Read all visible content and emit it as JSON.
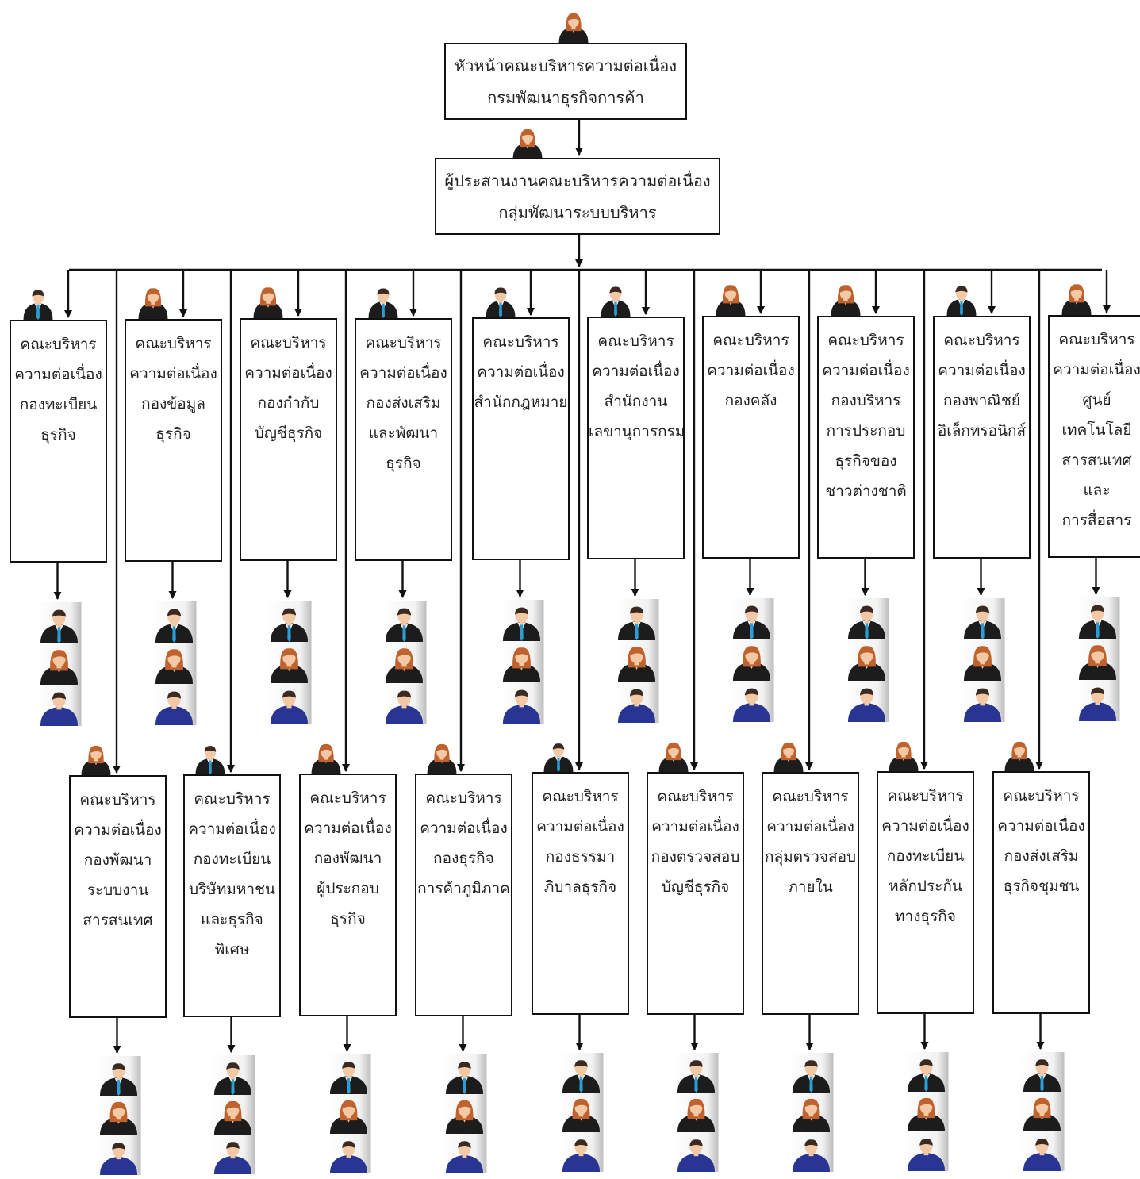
{
  "head": {
    "title_lines": [
      "หัวหน้าคณะบริหารความต่อเนื่อง",
      "กรมพัฒนาธุรกิจการค้า"
    ],
    "avatar": "female"
  },
  "coordinator": {
    "title_lines": [
      "ผู้ประสานงานคณะบริหารความต่อเนื่อง",
      "กลุ่มพัฒนาระบบบริหาร"
    ],
    "avatar": "female"
  },
  "teams_row1": [
    {
      "lines": [
        "คณะบริหาร",
        "ความต่อเนื่อง",
        "กองทะเบียน",
        "ธุรกิจ"
      ],
      "leader_avatar": "male"
    },
    {
      "lines": [
        "คณะบริหาร",
        "ความต่อเนื่อง",
        "กองข้อมูล",
        "ธุรกิจ"
      ],
      "leader_avatar": "female"
    },
    {
      "lines": [
        "คณะบริหาร",
        "ความต่อเนื่อง",
        "กองกำกับ",
        "บัญชีธุรกิจ"
      ],
      "leader_avatar": "female"
    },
    {
      "lines": [
        "คณะบริหาร",
        "ความต่อเนื่อง",
        "กองส่งเสริม",
        "และพัฒนา",
        "ธุรกิจ"
      ],
      "leader_avatar": "male"
    },
    {
      "lines": [
        "คณะบริหาร",
        "ความต่อเนื่อง",
        "สำนักกฎหมาย"
      ],
      "leader_avatar": "male"
    },
    {
      "lines": [
        "คณะบริหาร",
        "ความต่อเนื่อง",
        "สำนักงาน",
        "เลขานุการกรม"
      ],
      "leader_avatar": "male"
    },
    {
      "lines": [
        "คณะบริหาร",
        "ความต่อเนื่อง",
        "กองคลัง"
      ],
      "leader_avatar": "female"
    },
    {
      "lines": [
        "คณะบริหาร",
        "ความต่อเนื่อง",
        "กองบริหาร",
        "การประกอบ",
        "ธุรกิจของ",
        "ชาวต่างชาติ"
      ],
      "leader_avatar": "female"
    },
    {
      "lines": [
        "คณะบริหาร",
        "ความต่อเนื่อง",
        "กองพาณิชย์",
        "อิเล็กทรอนิกส์"
      ],
      "leader_avatar": "male"
    },
    {
      "lines": [
        "คณะบริหาร",
        "ความต่อเนื่อง",
        "ศูนย์",
        "เทคโนโลยี",
        "สารสนเทศ",
        "และ",
        "การสื่อสาร"
      ],
      "leader_avatar": "female"
    }
  ],
  "teams_row2": [
    {
      "lines": [
        "คณะบริหาร",
        "ความต่อเนื่อง",
        "กองพัฒนา",
        "ระบบงาน",
        "สารสนเทศ"
      ],
      "leader_avatar": "female"
    },
    {
      "lines": [
        "คณะบริหาร",
        "ความต่อเนื่อง",
        "กองทะเบียน",
        "บริษัทมหาชน",
        "และธุรกิจ",
        "พิเศษ"
      ],
      "leader_avatar": "male"
    },
    {
      "lines": [
        "คณะบริหาร",
        "ความต่อเนื่อง",
        "กองพัฒนา",
        "ผู้ประกอบ",
        "ธุรกิจ"
      ],
      "leader_avatar": "female"
    },
    {
      "lines": [
        "คณะบริหาร",
        "ความต่อเนื่อง",
        "กองธุรกิจ",
        "การค้าภูมิภาค"
      ],
      "leader_avatar": "female"
    },
    {
      "lines": [
        "คณะบริหาร",
        "ความต่อเนื่อง",
        "กองธรรมา",
        "ภิบาลธุรกิจ"
      ],
      "leader_avatar": "male"
    },
    {
      "lines": [
        "คณะบริหาร",
        "ความต่อเนื่อง",
        "กองตรวจสอบ",
        "บัญชีธุรกิจ"
      ],
      "leader_avatar": "female"
    },
    {
      "lines": [
        "คณะบริหาร",
        "ความต่อเนื่อง",
        "กลุ่มตรวจสอบ",
        "ภายใน"
      ],
      "leader_avatar": "female"
    },
    {
      "lines": [
        "คณะบริหาร",
        "ความต่อเนื่อง",
        "กองทะเบียน",
        "หลักประกัน",
        "ทางธุรกิจ"
      ],
      "leader_avatar": "female"
    },
    {
      "lines": [
        "คณะบริหาร",
        "ความต่อเนื่อง",
        "กองส่งเสริม",
        "ธุรกิจชุมชน"
      ],
      "leader_avatar": "female"
    }
  ],
  "member_avatars": [
    "male",
    "female",
    "male-blue"
  ],
  "colors": {
    "line": "#111111",
    "hair_female": "#c0622e",
    "hair_male": "#3a2a22",
    "suit": "#1c1c1c",
    "tie": "#2a9fd6",
    "sweater": "#283593",
    "skin": "#f3c9a5"
  }
}
